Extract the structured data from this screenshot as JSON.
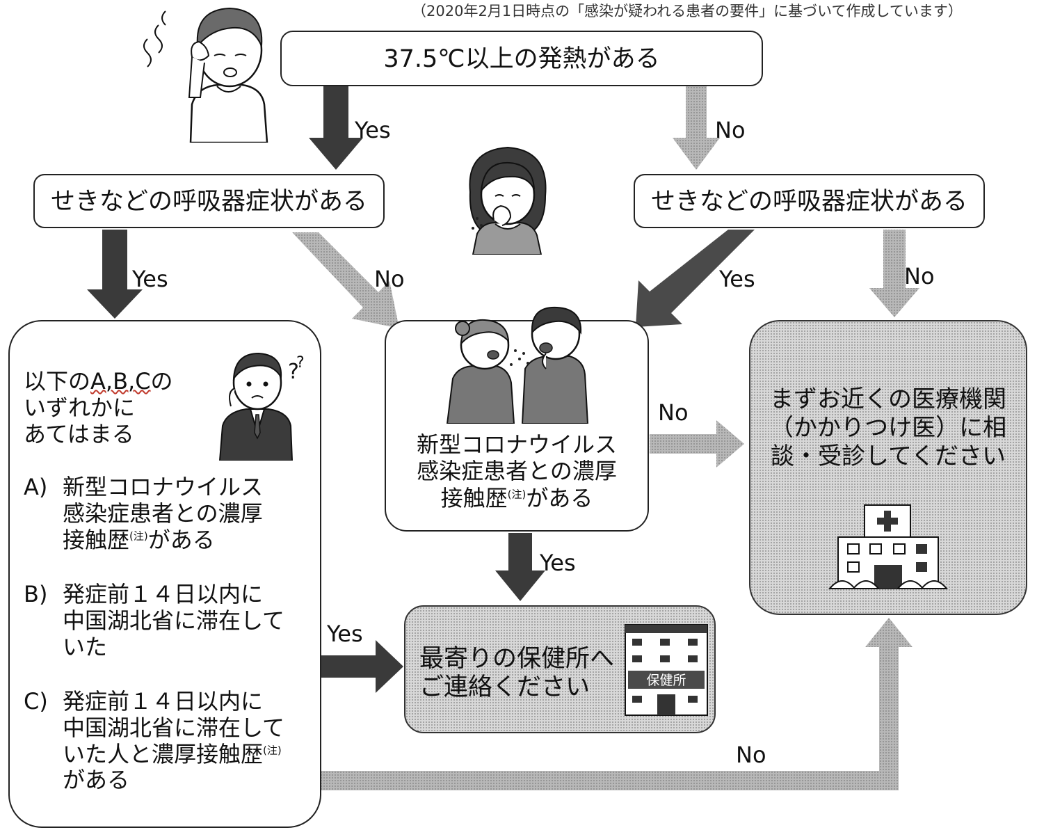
{
  "top_note": "（2020年2月1日時点の「感染が疑われる患者の要件」に基づいて作成しています）",
  "nodes": {
    "fever": "37.5℃以上の発熱がある",
    "respiratory_left": "せきなどの呼吸器症状がある",
    "respiratory_right": "せきなどの呼吸器症状がある",
    "conditions": {
      "heading_line1_prefix": "以下の",
      "heading_line1_underlined": "A,B,C",
      "heading_line1_suffix": "の",
      "heading_line2": "いずれかに",
      "heading_line3": "あてはまる",
      "items": [
        {
          "letter": "A)",
          "line1": "新型コロナウイルス",
          "line2": "感染症患者との濃厚",
          "line3_main": "接触歴",
          "line3_note": "(注)",
          "line3_rest": "がある",
          "line4": ""
        },
        {
          "letter": "B)",
          "line1": "発症前１４日以内に",
          "line2": "中国湖北省に滞在して",
          "line3_main": "いた",
          "line3_note": "",
          "line3_rest": "",
          "line4": ""
        },
        {
          "letter": "C)",
          "line1": "発症前１４日以内に",
          "line2": "中国湖北省に滞在して",
          "line3_main": "いた人と濃厚接触歴",
          "line3_note": "(注)",
          "line3_rest": "",
          "line4": "がある"
        }
      ]
    },
    "contact": {
      "line1": "新型コロナウイルス",
      "line2": "感染症患者との濃厚",
      "line3_main": "接触歴",
      "line3_note": "(注)",
      "line3_rest": "がある"
    },
    "hokenjo": {
      "line1": "最寄りの保健所へ",
      "line2": "ご連絡ください",
      "sign": "保健所"
    },
    "clinic": {
      "line1": "まずお近くの医療機関",
      "line2": "（かかりつけ医）に相",
      "line3": "談・受診してください"
    }
  },
  "edges": {
    "fever_yes": "Yes",
    "fever_no": "No",
    "left_yes": "Yes",
    "left_no": "No",
    "right_yes": "Yes",
    "right_no": "No",
    "contact_no": "No",
    "contact_yes": "Yes",
    "conditions_yes": "Yes",
    "conditions_no": "No"
  },
  "colors": {
    "arrow_dark": "#3a3a3a",
    "arrow_light": "#a7a7a7",
    "box_border": "#222222"
  },
  "icons": {
    "fever_person": "person-with-fever-icon",
    "coughing_woman": "coughing-woman-icon",
    "sneezing_pair": "two-people-coughing-icon",
    "worried_man": "worried-businessman-icon",
    "health_center": "health-center-building-icon",
    "hospital": "hospital-building-icon"
  }
}
